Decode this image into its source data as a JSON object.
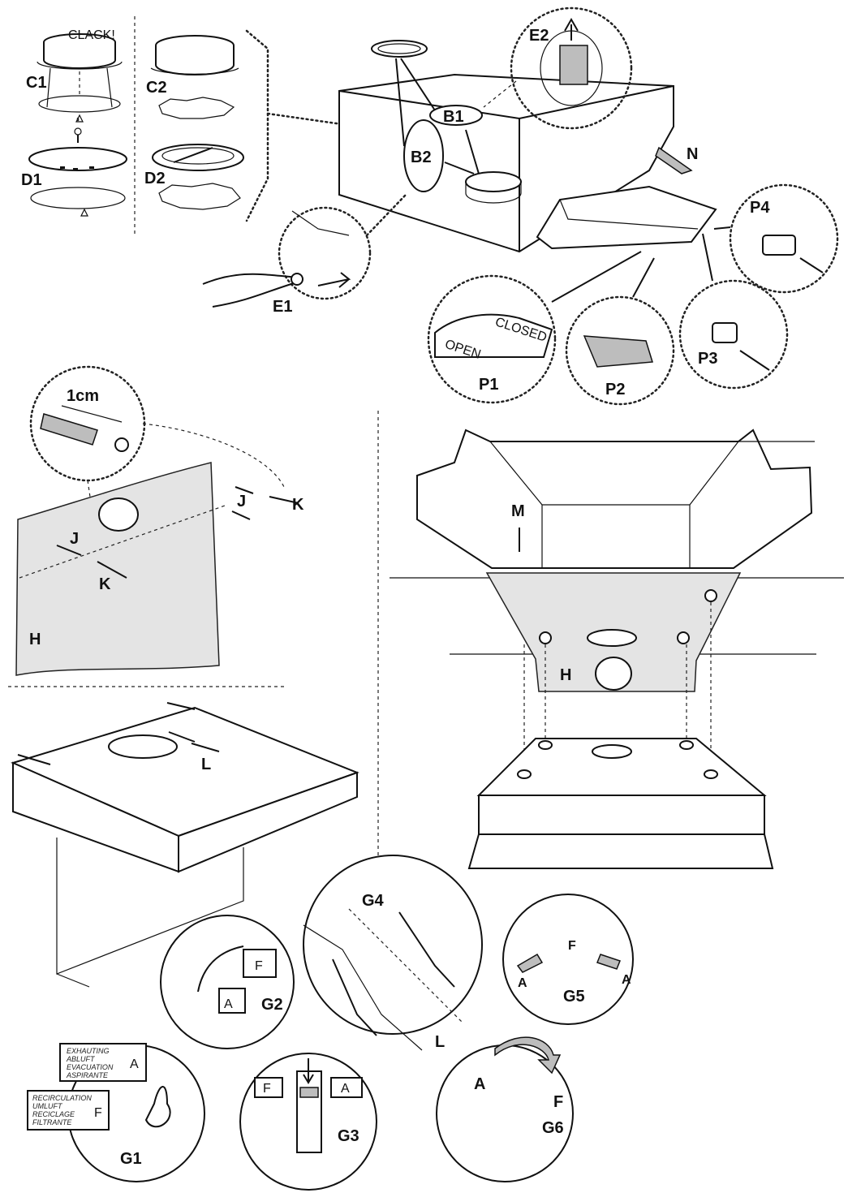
{
  "labels": {
    "clack": "CLACK!",
    "c1": "C1",
    "c2": "C2",
    "d1": "D1",
    "d2": "D2",
    "b1": "B1",
    "b2": "B2",
    "e1": "E1",
    "e2": "E2",
    "n": "N",
    "p1": "P1",
    "p2": "P2",
    "p3": "P3",
    "p4": "P4",
    "open": "OPEN",
    "closed": "CLOSED",
    "one_cm": "1cm",
    "j_upper": "J",
    "j_lower": "J",
    "k_upper": "K",
    "k_lower": "K",
    "h_left": "H",
    "h_right": "H",
    "m": "M",
    "l_hood": "L",
    "l_g4": "L",
    "g1": "G1",
    "g2": "G2",
    "g3": "G3",
    "g4": "G4",
    "g5": "G5",
    "g6": "G6",
    "f_g2": "F",
    "a_g2": "A",
    "f_g3": "F",
    "a_g3": "A",
    "f_g5": "F",
    "a_g5_left": "A",
    "a_g5_right": "A",
    "a_g6": "A",
    "f_g6": "F"
  },
  "g1_tags": {
    "exhaust": [
      "EXHAUTING",
      "ABLUFT",
      "EVACUATION",
      "ASPIRANTE"
    ],
    "exhaust_letter": "A",
    "recirc": [
      "RECIRCULATION",
      "UMLUFT",
      "RECICLAGE",
      "FILTRANTE"
    ],
    "recirc_letter": "F"
  }
}
